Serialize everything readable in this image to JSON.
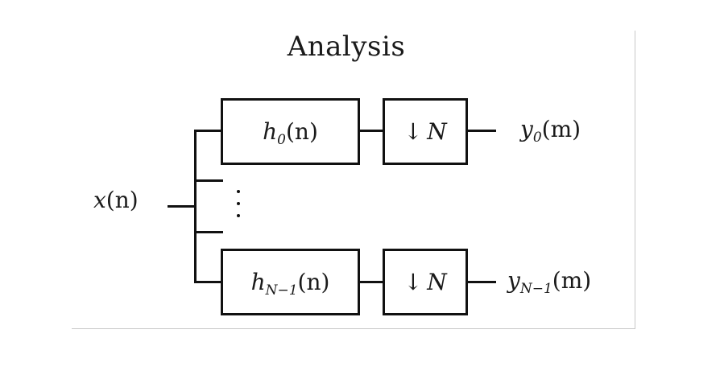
{
  "title": "Analysis",
  "input": {
    "var": "x",
    "arg": "(n)"
  },
  "branches": [
    {
      "filter": {
        "base": "h",
        "sub": "0",
        "arg": "(n)"
      },
      "downsampler": {
        "arrow": "↓",
        "factor": "N"
      },
      "output": {
        "base": "y",
        "sub": "0",
        "arg": "(m)"
      }
    },
    {
      "filter": {
        "base": "h",
        "sub": "N−1",
        "arg": "(n)"
      },
      "downsampler": {
        "arrow": "↓",
        "factor": "N"
      },
      "output": {
        "base": "y",
        "sub": "N−1",
        "arg": "(m)"
      }
    }
  ],
  "ellipsis": "⋮",
  "colors": {
    "line": "#111111",
    "frame": "#c8c8c8",
    "background": "#ffffff"
  }
}
